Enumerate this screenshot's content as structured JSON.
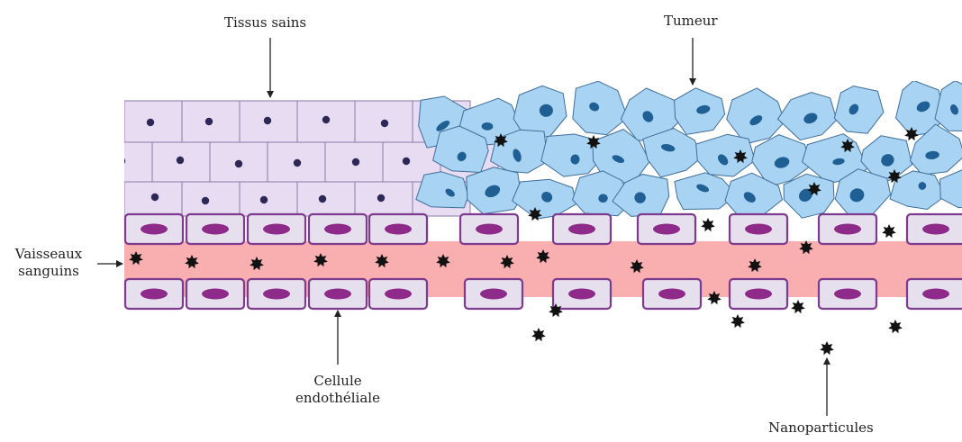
{
  "labels": {
    "healthy_tissue": "Tissus sains",
    "tumor": "Tumeur",
    "vessels_line1": "Vaisseaux",
    "vessels_line2": "sanguins",
    "endothelial_line1": "Cellule",
    "endothelial_line2": "endothéliale",
    "nanoparticles": "Nanoparticules"
  },
  "colors": {
    "healthy_cell_fill": "#e8dcf3",
    "healthy_cell_stroke": "#8a7aa8",
    "healthy_nucleus": "#2e2856",
    "tumor_cell_fill": "#a9d3f2",
    "tumor_cell_stroke": "#3f6e9a",
    "tumor_nucleus": "#1f5f94",
    "vessel_lumen": "#f9aeb0",
    "endothelial_fill": "#e6e0ee",
    "endothelial_stroke": "#7d3a8e",
    "endothelial_nucleus": "#8e2a8a",
    "nanoparticle": "#111111",
    "arrow": "#222222"
  }
}
